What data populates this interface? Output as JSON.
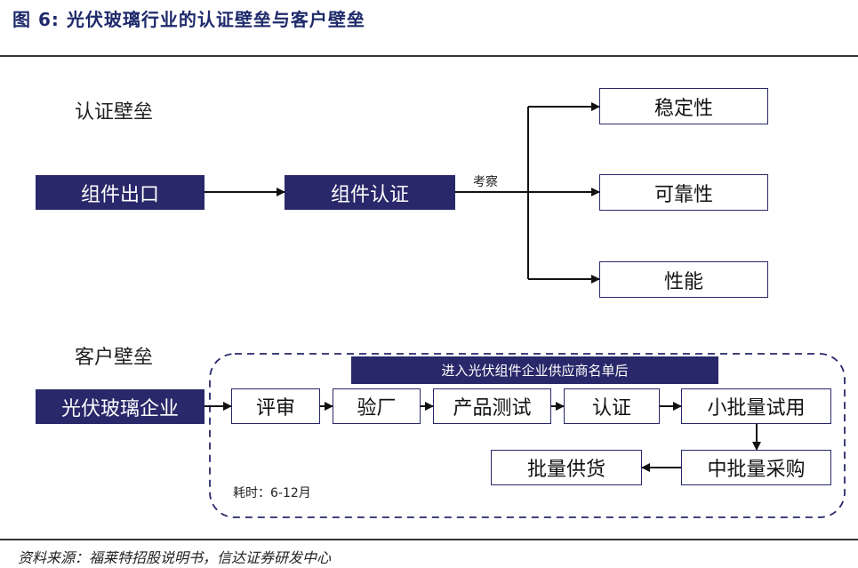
{
  "figure": {
    "title": "图 6:  光伏玻璃行业的认证壁垒与客户壁垒"
  },
  "certification": {
    "section_label": "认证壁垒",
    "step1": "组件出口",
    "step2": "组件认证",
    "branch_label": "考察",
    "outcomes": [
      "稳定性",
      "可靠性",
      "性能"
    ]
  },
  "customer": {
    "section_label": "客户壁垒",
    "origin": "光伏玻璃企业",
    "banner": "进入光伏组件企业供应商名单后",
    "steps": [
      "评审",
      "验厂",
      "产品测试",
      "认证",
      "小批量试用",
      "中批量采购",
      "批量供货"
    ],
    "duration": "耗时：6-12月"
  },
  "footer": {
    "source": "资料来源：福莱特招股说明书，信达证券研发中心"
  }
}
